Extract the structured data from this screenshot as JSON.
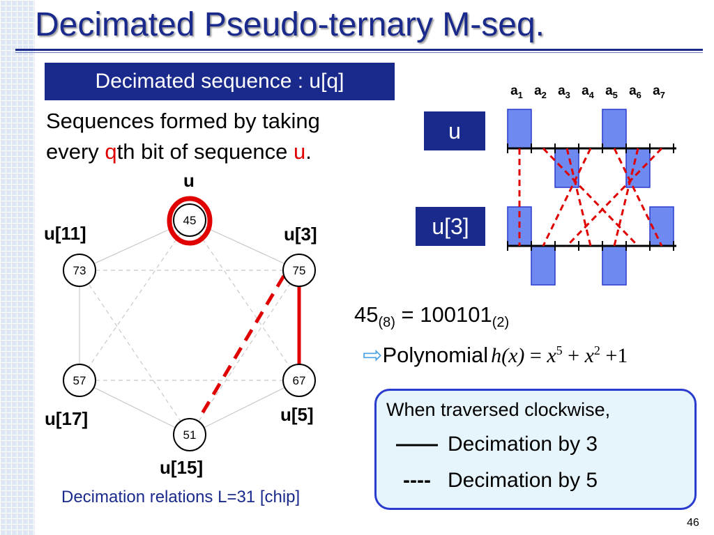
{
  "slide": {
    "title": "Decimated Pseudo-ternary M-seq.",
    "subtitle": "Decimated sequence : u[q]",
    "desc_line1": "Sequences formed by taking",
    "desc_line2_pre": "every ",
    "desc_line2_q": "q",
    "desc_line2_mid": "th bit of sequence ",
    "desc_line2_u": "u",
    "desc_line2_end": ".",
    "page_number": "46"
  },
  "hexagon": {
    "nodes": [
      {
        "value": "45",
        "label": "u"
      },
      {
        "value": "75",
        "label": "u[3]"
      },
      {
        "value": "67",
        "label": "u[5]"
      },
      {
        "value": "51",
        "label": "u[15]"
      },
      {
        "value": "57",
        "label": "u[17]"
      },
      {
        "value": "73",
        "label": "u[11]"
      }
    ],
    "caption": "Decimation relations L=31 [chip]"
  },
  "sequence_diagram": {
    "row_labels": [
      "u",
      "u[3]"
    ],
    "columns": [
      {
        "base": "a",
        "sub": "1"
      },
      {
        "base": "a",
        "sub": "2"
      },
      {
        "base": "a",
        "sub": "3"
      },
      {
        "base": "a",
        "sub": "4"
      },
      {
        "base": "a",
        "sub": "5"
      },
      {
        "base": "a",
        "sub": "6"
      },
      {
        "base": "a",
        "sub": "7"
      }
    ],
    "u_values": [
      1,
      0,
      -1,
      0,
      1,
      -1,
      0
    ],
    "u3_values": [
      1,
      -1,
      0,
      0,
      -1,
      0,
      1
    ],
    "bar_color": "#6e89f0"
  },
  "equation": {
    "lhs": "45",
    "lhs_base": "(8)",
    "eq": " = ",
    "rhs": "100101",
    "rhs_base": "(2)",
    "arrow": "⇨",
    "poly_label": "Polynomial",
    "poly_func": "h(x)",
    "poly_eq": " = ",
    "poly_t1": "x",
    "poly_t1_exp": "5",
    "poly_plus1": " + ",
    "poly_t2": "x",
    "poly_t2_exp": "2",
    "poly_plus2": " +1"
  },
  "legend": {
    "heading": "When traversed clockwise,",
    "solid_symbol": "——",
    "solid_label": "Decimation by 3",
    "dashed_symbol": "----",
    "dashed_label": "Decimation by 5"
  },
  "colors": {
    "title_blue": "#1a2a8c",
    "accent_red": "#e00000",
    "legend_border": "#2a3bd0",
    "legend_bg": "#e6f4fb"
  }
}
